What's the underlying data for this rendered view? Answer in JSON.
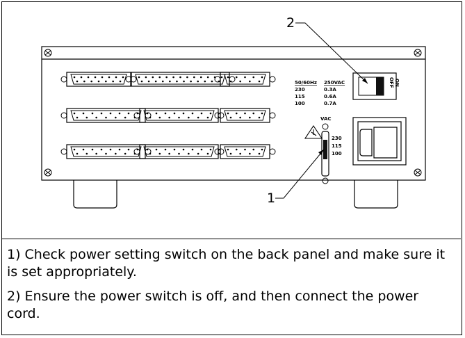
{
  "figure": {
    "callouts": {
      "power_switch": "2",
      "voltage_selector": "1"
    },
    "rating_label": {
      "header_freq": "50/60Hz",
      "header_volt": "250VAC",
      "rows": [
        {
          "v": "230",
          "a": "0.3A"
        },
        {
          "v": "115",
          "a": "0.6A"
        },
        {
          "v": "100",
          "a": "0.7A"
        }
      ]
    },
    "switch_labels": {
      "off": "OFF",
      "on": "ON"
    },
    "selector": {
      "unit": "VAC",
      "options": [
        "230",
        "115",
        "100"
      ]
    }
  },
  "instructions": {
    "step1": "1) Check power setting switch on the back panel and make sure it is set appropriately.",
    "step2": "2) Ensure the power switch is off, and then connect the power cord."
  }
}
